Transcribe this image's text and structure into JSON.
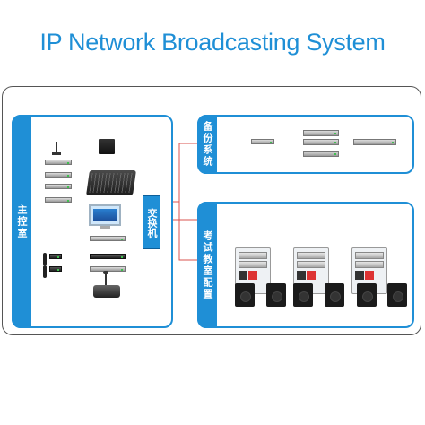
{
  "title": "IP Network Broadcasting System",
  "panels": {
    "main_room": {
      "label": "主控室"
    },
    "backup": {
      "label": "备份系统"
    },
    "exam_room": {
      "label": "考试教室配置"
    }
  },
  "switch_label": "交换机",
  "colors": {
    "accent": "#1f8fd6",
    "link_red": "#d9534f",
    "link_blue": "#1f8fd6",
    "link_green": "#2aa36b"
  }
}
